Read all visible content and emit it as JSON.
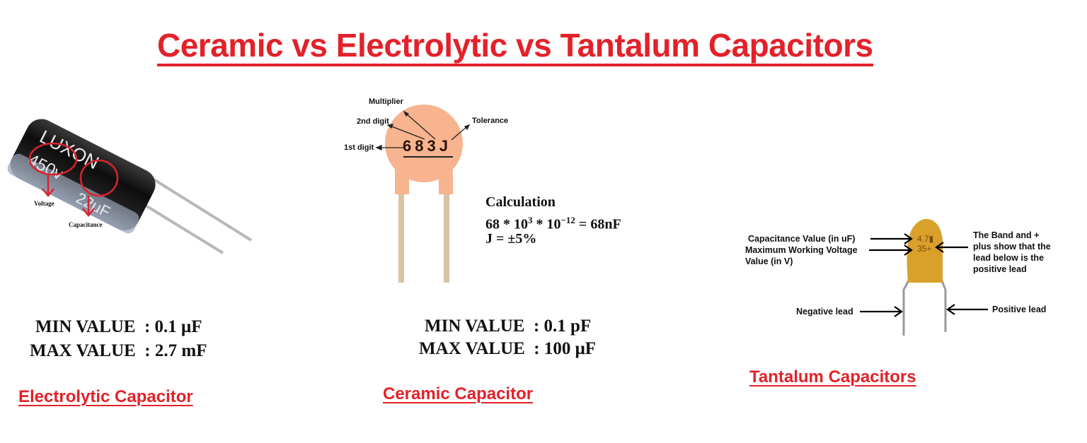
{
  "title": "Ceramic vs Electrolytic vs Tantalum Capacitors",
  "colors": {
    "accent_red": "#e3212a",
    "ceramic_body": "#f7b48f",
    "tantalum_body": "#d9a12a",
    "electrolytic_body": "#1a1a1a"
  },
  "electrolytic": {
    "caption": "Electrolytic  Capacitor",
    "brand_text": "LUXON",
    "marking_voltage": "450v",
    "marking_capacitance": "22",
    "marking_unit": "μF",
    "label_voltage": "Voltage",
    "label_capacitance": "Capacitance",
    "min_value": "MIN VALUE  : 0.1 μF",
    "max_value": "MAX VALUE  : 2.7 mF"
  },
  "ceramic": {
    "caption": "Ceramic Capacitor",
    "code": "683J",
    "label_multiplier": "Multiplier",
    "label_2nd_digit": "2nd digit",
    "label_1st_digit": "1st digit",
    "label_tolerance": "Tolerance",
    "calc_heading": "Calculation",
    "calc_line1_base": "68 * 10",
    "calc_line1_exp1": "3",
    "calc_line1_mid": " * 10",
    "calc_line1_exp2": "−12",
    "calc_line1_result": " = 68nF",
    "calc_line2": "J = ±5%",
    "min_value": "MIN VALUE  : 0.1 pF",
    "max_value": "MAX VALUE  : 100 μF"
  },
  "tantalum": {
    "caption": "Tantalum Capacitors",
    "marking_capacitance": "4.7",
    "marking_voltage": "35+",
    "label_capacitance": "Capacitance Value (in uF)",
    "label_voltage_line1": "Maximum Working Voltage",
    "label_voltage_line2": "Value (in V)",
    "label_band_line1": "The Band and +",
    "label_band_line2": "plus show that the",
    "label_band_line3": "lead below is the",
    "label_band_line4": "positive lead",
    "label_negative": "Negative lead",
    "label_positive": "Positive lead"
  }
}
